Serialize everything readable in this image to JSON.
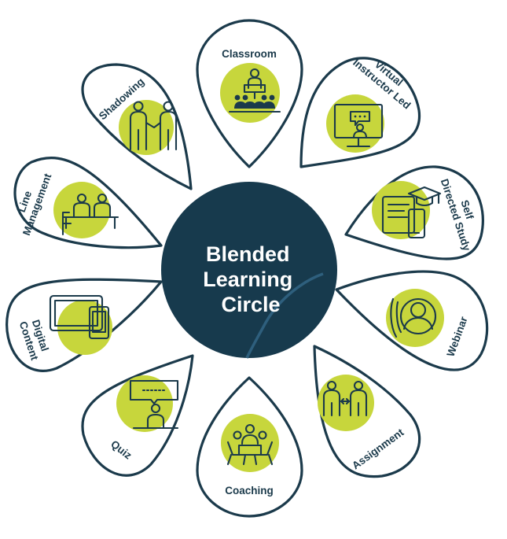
{
  "center": {
    "lines": [
      "Blended",
      "Learning",
      "Circle"
    ]
  },
  "colors": {
    "navy": "#1b3a4b",
    "center": "#173a4d",
    "accent": "#c7d63c",
    "arc": "#2e5f7d"
  },
  "petals": [
    {
      "id": "classroom",
      "lines": [
        "Classroom"
      ],
      "icon": "classroom-icon"
    },
    {
      "id": "virtual-instructor-led",
      "lines": [
        "Virtual",
        "Instructor Led"
      ],
      "icon": "virtual-classroom-icon"
    },
    {
      "id": "self-directed-study",
      "lines": [
        "Self",
        "Directed Study"
      ],
      "icon": "self-study-devices-icon"
    },
    {
      "id": "webinar",
      "lines": [
        "Webinar"
      ],
      "icon": "webinar-person-icon"
    },
    {
      "id": "assignment",
      "lines": [
        "Assignment"
      ],
      "icon": "assignment-exchange-icon"
    },
    {
      "id": "coaching",
      "lines": [
        "Coaching"
      ],
      "icon": "coaching-meeting-icon"
    },
    {
      "id": "quiz",
      "lines": [
        "Quiz"
      ],
      "icon": "quiz-speech-icon"
    },
    {
      "id": "digital-content",
      "lines": [
        "Digital",
        "Content"
      ],
      "icon": "digital-devices-icon"
    },
    {
      "id": "line-management",
      "lines": [
        "Line",
        "Management"
      ],
      "icon": "manager-desk-icon"
    },
    {
      "id": "shadowing",
      "lines": [
        "Shadowing"
      ],
      "icon": "shadowing-people-icon"
    }
  ]
}
